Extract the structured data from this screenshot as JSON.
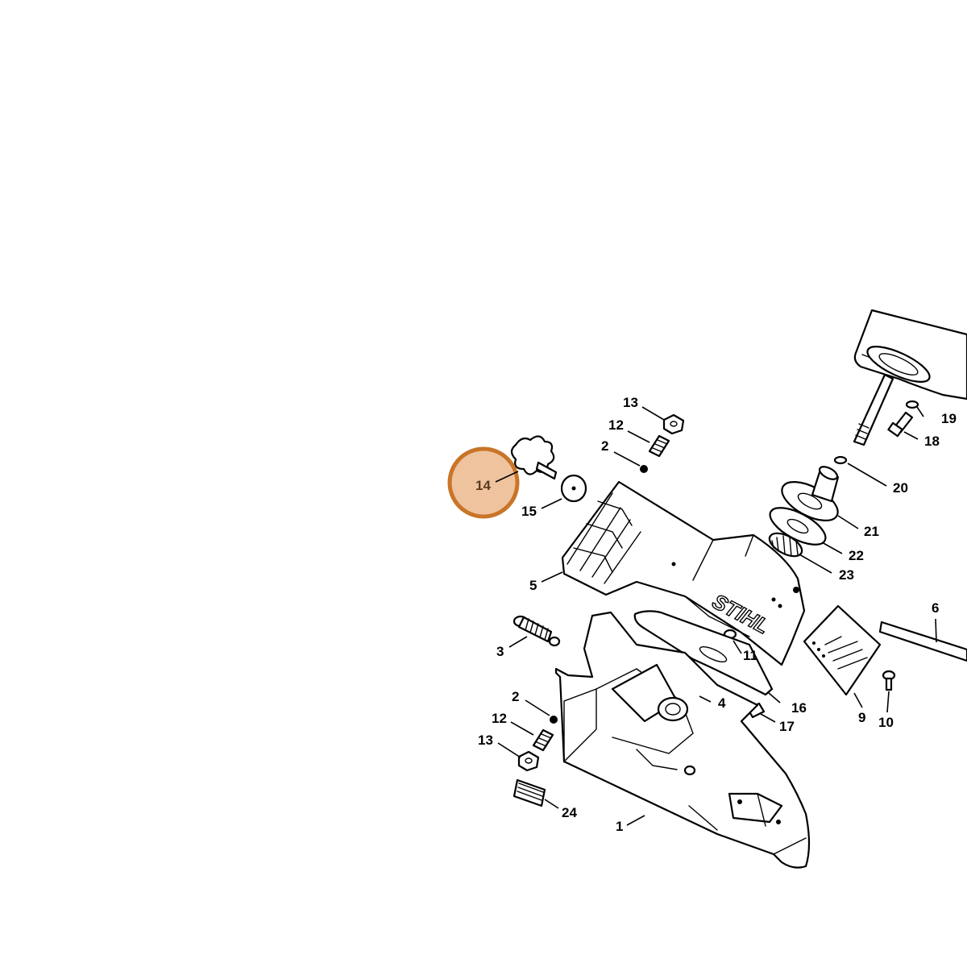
{
  "brand": "STIHL",
  "highlight": {
    "part_number": "14",
    "fill_color": "#eec39e",
    "stroke_color": "#c97427"
  },
  "labels": {
    "p1": "1",
    "p2a": "2",
    "p2b": "2",
    "p3": "3",
    "p4": "4",
    "p5": "5",
    "p6": "6",
    "p9": "9",
    "p10": "10",
    "p11": "11",
    "p12a": "12",
    "p12b": "12",
    "p13a": "13",
    "p13b": "13",
    "p14": "14",
    "p15": "15",
    "p16": "16",
    "p17": "17",
    "p18": "18",
    "p19": "19",
    "p20": "20",
    "p21": "21",
    "p22": "22",
    "p23": "23",
    "p24": "24"
  }
}
